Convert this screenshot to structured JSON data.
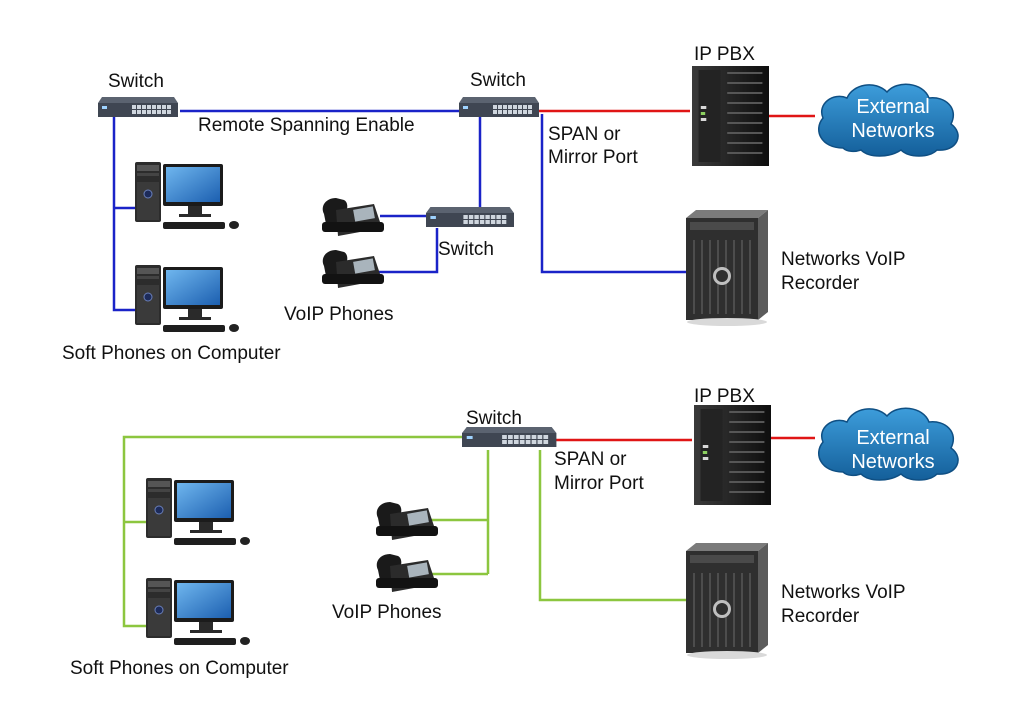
{
  "colors": {
    "blue_link": "#1a23c8",
    "red_link": "#e01515",
    "green_link": "#8cc63f",
    "cloud": "#1b7fc1"
  },
  "icons": {
    "switch": "network-switch-icon",
    "computer": "desktop-computer-icon",
    "phone": "voip-desk-phone-icon",
    "server": "tower-server-icon",
    "cloud": "cloud-icon"
  },
  "top": {
    "switch_left_label": "Switch",
    "switch_center_label": "Switch",
    "switch_small_label": "Switch",
    "link_label": "Remote Spanning Enable",
    "span_line1": "SPAN or",
    "span_line2": "Mirror Port",
    "pbx_label": "IP PBX",
    "cloud_line1": "External",
    "cloud_line2": "Networks",
    "recorder_line1": "Networks VoIP",
    "recorder_line2": "Recorder",
    "phones_label": "VoIP Phones",
    "computers_label": "Soft Phones on Computer"
  },
  "bottom": {
    "switch_label": "Switch",
    "span_line1": "SPAN or",
    "span_line2": "Mirror Port",
    "pbx_label": "IP PBX",
    "cloud_line1": "External",
    "cloud_line2": "Networks",
    "recorder_line1": "Networks VoIP",
    "recorder_line2": "Recorder",
    "phones_label": "VoIP Phones",
    "computers_label": "Soft Phones on Computer"
  }
}
